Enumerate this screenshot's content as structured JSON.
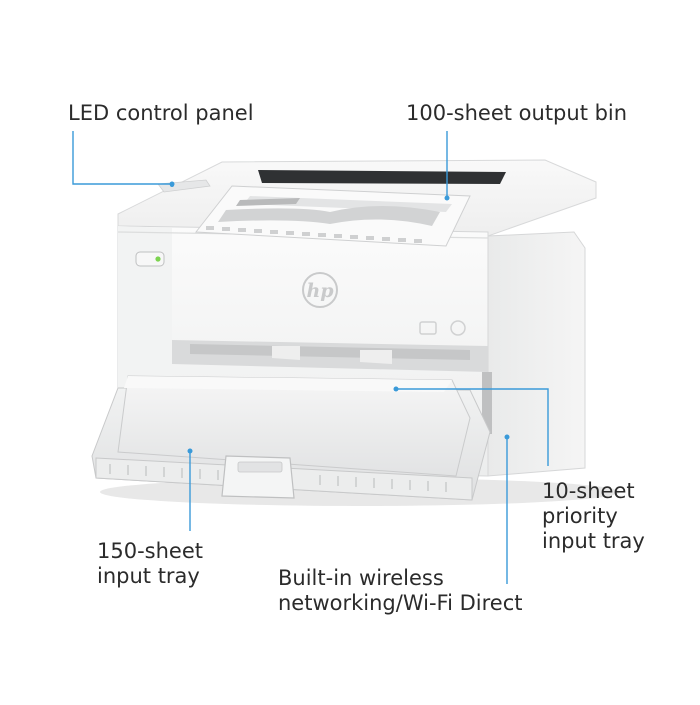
{
  "accent_color": "#3a9ad9",
  "brand_logo": "hp-logo-icon",
  "callouts": {
    "led_panel": "LED control panel",
    "output_bin": "100-sheet output bin",
    "input_tray": "150-sheet\ninput tray",
    "priority_tray": "10-sheet\npriority\ninput tray",
    "wireless": "Built-in wireless\nnetworking/Wi-Fi Direct"
  }
}
